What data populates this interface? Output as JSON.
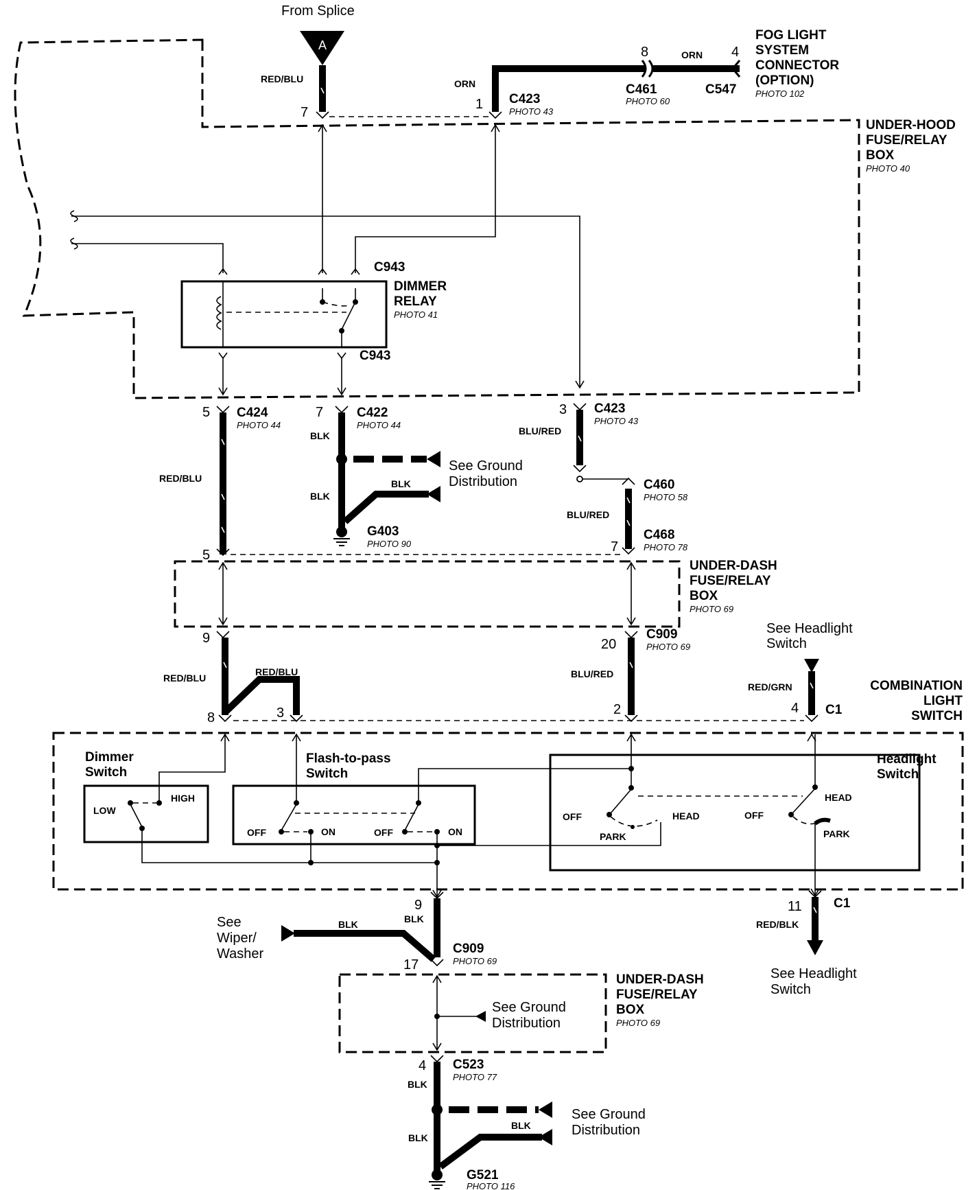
{
  "top": {
    "from_splice": "From Splice",
    "splice_letter": "A",
    "wire_red_blu": "RED/BLU",
    "pin7": "7",
    "wire_orn_a": "ORN",
    "pin1": "1",
    "c423": "C423",
    "c423_photo": "PHOTO 43",
    "pin8": "8",
    "wire_orn_b": "ORN",
    "pin4": "4",
    "c461": "C461",
    "c461_photo": "PHOTO 60",
    "c547": "C547",
    "fog_l1": "FOG LIGHT",
    "fog_l2": "SYSTEM",
    "fog_l3": "CONNECTOR",
    "fog_l4": "(OPTION)",
    "fog_photo": "PHOTO 102"
  },
  "underhood": {
    "l1": "UNDER-HOOD",
    "l2": "FUSE/RELAY",
    "l3": "BOX",
    "photo": "PHOTO 40"
  },
  "relay": {
    "c943_top": "C943",
    "l1": "DIMMER",
    "l2": "RELAY",
    "photo": "PHOTO 41",
    "c943_bottom": "C943"
  },
  "mid": {
    "pin5": "5",
    "c424": "C424",
    "c424_photo": "PHOTO 44",
    "wire_red_blu": "RED/BLU",
    "pin7": "7",
    "c422": "C422",
    "c422_photo": "PHOTO 44",
    "blk1": "BLK",
    "ground_l1": "See Ground",
    "ground_l2": "Distribution",
    "blk2": "BLK",
    "blk3": "BLK",
    "g403": "G403",
    "g403_photo": "PHOTO 90",
    "pin3": "3",
    "c423": "C423",
    "c423_photo": "PHOTO 43",
    "blu_red1": "BLU/RED",
    "c460": "C460",
    "c460_photo": "PHOTO 58",
    "blu_red2": "BLU/RED",
    "c468": "C468",
    "c468_photo": "PHOTO 78",
    "pin7b": "7",
    "pin5b": "5"
  },
  "underdash1": {
    "l1": "UNDER-DASH",
    "l2": "FUSE/RELAY",
    "l3": "BOX",
    "photo": "PHOTO 69"
  },
  "lower": {
    "pin9": "9",
    "wire_red_blu_a": "RED/BLU",
    "wire_red_blu_b": "RED/BLU",
    "pin8": "8",
    "pin3": "3",
    "pin20": "20",
    "c909": "C909",
    "c909_photo": "PHOTO 69",
    "blu_red": "BLU/RED",
    "pin2": "2",
    "hl_l1": "See Headlight",
    "hl_l2": "Switch",
    "red_grn": "RED/GRN",
    "pin4": "4",
    "c1": "C1",
    "combo_l1": "COMBINATION",
    "combo_l2": "LIGHT",
    "combo_l3": "SWITCH"
  },
  "switches": {
    "dimmer_l1": "Dimmer",
    "dimmer_l2": "Switch",
    "low": "LOW",
    "high": "HIGH",
    "ftp_l1": "Flash-to-pass",
    "ftp_l2": "Switch",
    "off1": "OFF",
    "on1": "ON",
    "off2": "OFF",
    "on2": "ON",
    "head_l1": "Headlight",
    "head_l2": "Switch",
    "off3": "OFF",
    "park1": "PARK",
    "head1": "HEAD",
    "off4": "OFF",
    "head2": "HEAD",
    "park2": "PARK"
  },
  "bottom": {
    "pin9": "9",
    "blk_a": "BLK",
    "see_wiper_l1": "See",
    "see_wiper_l2": "Wiper/",
    "see_wiper_l3": "Washer",
    "blk_b": "BLK",
    "c909": "C909",
    "c909_photo": "PHOTO 69",
    "pin17": "17",
    "pin11": "11",
    "c1": "C1",
    "red_blk": "RED/BLK",
    "hl_l1": "See Headlight",
    "hl_l2": "Switch",
    "ground_l1": "See Ground",
    "ground_l2": "Distribution",
    "ud_l1": "UNDER-DASH",
    "ud_l2": "FUSE/RELAY",
    "ud_l3": "BOX",
    "ud_photo": "PHOTO 69",
    "pin4": "4",
    "c523": "C523",
    "c523_photo": "PHOTO 77",
    "blk_c": "BLK",
    "g2_l1": "See Ground",
    "g2_l2": "Distribution",
    "blk_d": "BLK",
    "blk_e": "BLK",
    "g521": "G521",
    "g521_photo": "PHOTO 116"
  }
}
